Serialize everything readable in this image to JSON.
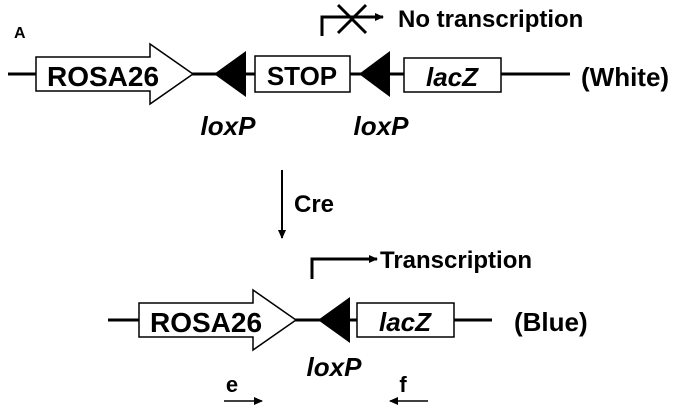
{
  "panel_label": "A",
  "top": {
    "promoter": "ROSA26",
    "stop": "STOP",
    "reporter": "lacZ",
    "loxp_1": "loxP",
    "loxp_2": "loxP",
    "status": "No transcription",
    "color": "(White)"
  },
  "recombinase": "Cre",
  "bottom": {
    "status": "Transcription",
    "promoter": "ROSA26",
    "reporter": "lacZ",
    "loxp": "loxP",
    "color": "(Blue)"
  },
  "primers": {
    "forward": "e",
    "reverse": "f"
  },
  "colors": {
    "line": "#000000",
    "background": "#ffffff"
  }
}
